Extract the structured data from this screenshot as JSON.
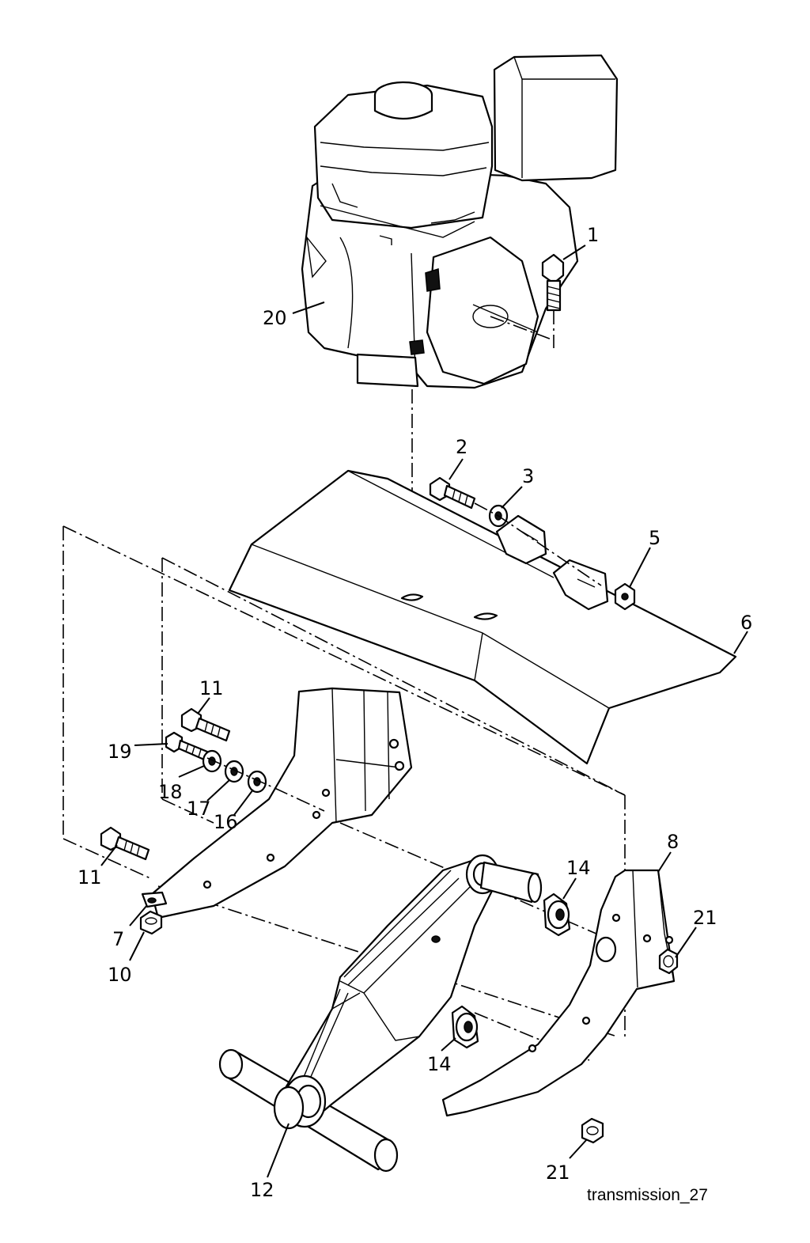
{
  "callouts": {
    "c1": "1",
    "c2": "2",
    "c3": "3",
    "c5": "5",
    "c6": "6",
    "c7": "7",
    "c8": "8",
    "c10": "10",
    "c11a": "11",
    "c11b": "11",
    "c12": "12",
    "c14a": "14",
    "c14b": "14",
    "c16": "16",
    "c17": "17",
    "c18": "18",
    "c19": "19",
    "c20": "20",
    "c21a": "21",
    "c21b": "21"
  },
  "caption": "transmission_27"
}
